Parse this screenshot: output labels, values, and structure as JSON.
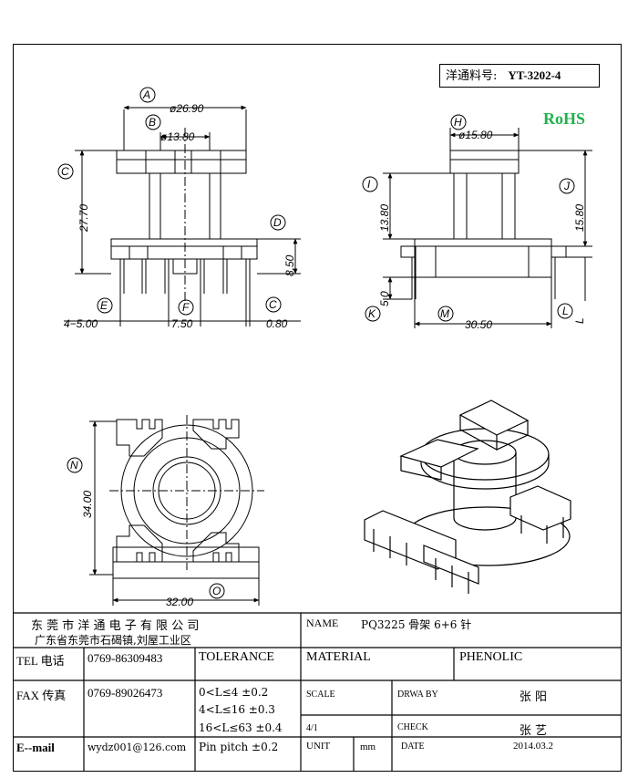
{
  "part_label": "洋通料号:",
  "part_number": "YT-3202-4",
  "rohs": "RoHS",
  "front_view": {
    "A": "A",
    "B": "B",
    "C": "C",
    "D": "D",
    "E": "E",
    "F": "F",
    "dim_26_90": "ø26.90",
    "dim_13_80": "ø13.80",
    "dim_27_70": "27.70",
    "dim_8_50": "8.50",
    "dim_4_5_00": "4−5.00",
    "dim_7_50": "7.50",
    "dim_0_80": "0.80"
  },
  "side_view": {
    "H": "H",
    "I": "I",
    "J": "J",
    "K": "K",
    "M": "M",
    "L": "L",
    "dim_15_80_dia": "ø15.80",
    "dim_13_80": "13.80",
    "dim_15_80": "15.80",
    "dim_5_0": "5.0",
    "dim_30_50": "30.50",
    "dim_L": "L"
  },
  "top_view": {
    "N": "N",
    "O": "O",
    "dim_34_00": "34.00",
    "dim_32_00": "32.00"
  },
  "title_block": {
    "company": "东 莞 市 洋 通 电 子 有 限 公 司",
    "address": "广东省东莞市石碣镇,刘屋工业区",
    "name_label": "NAME",
    "name_value": "PQ3225 骨架 6+6 针",
    "tel_label": "TEL 电话",
    "tel_value": "0769-86309483",
    "tolerance_label": "TOLERANCE",
    "material_label": "MATERIAL",
    "material_value": "PHENOLIC",
    "fax_label": "FAX 传真",
    "fax_value": "0769-89026473",
    "tol_1": "0<L≤4   ±0.2",
    "tol_2": "4<L≤16  ±0.3",
    "tol_3": "16<L≤63  ±0.4",
    "tol_4": "Pin pitch ±0.2",
    "scale_label": "SCALE",
    "scale_value": "4/1",
    "drawby_label": "DRWA BY",
    "drawby_value": "张 阳",
    "check_label": "CHECK",
    "check_value": "张 艺",
    "email_label": "E--mail",
    "email_value": "wydz001@126.com",
    "unit_label": "UNIT",
    "unit_value": "mm",
    "date_label": "DATE",
    "date_value": "2014.03.2"
  }
}
